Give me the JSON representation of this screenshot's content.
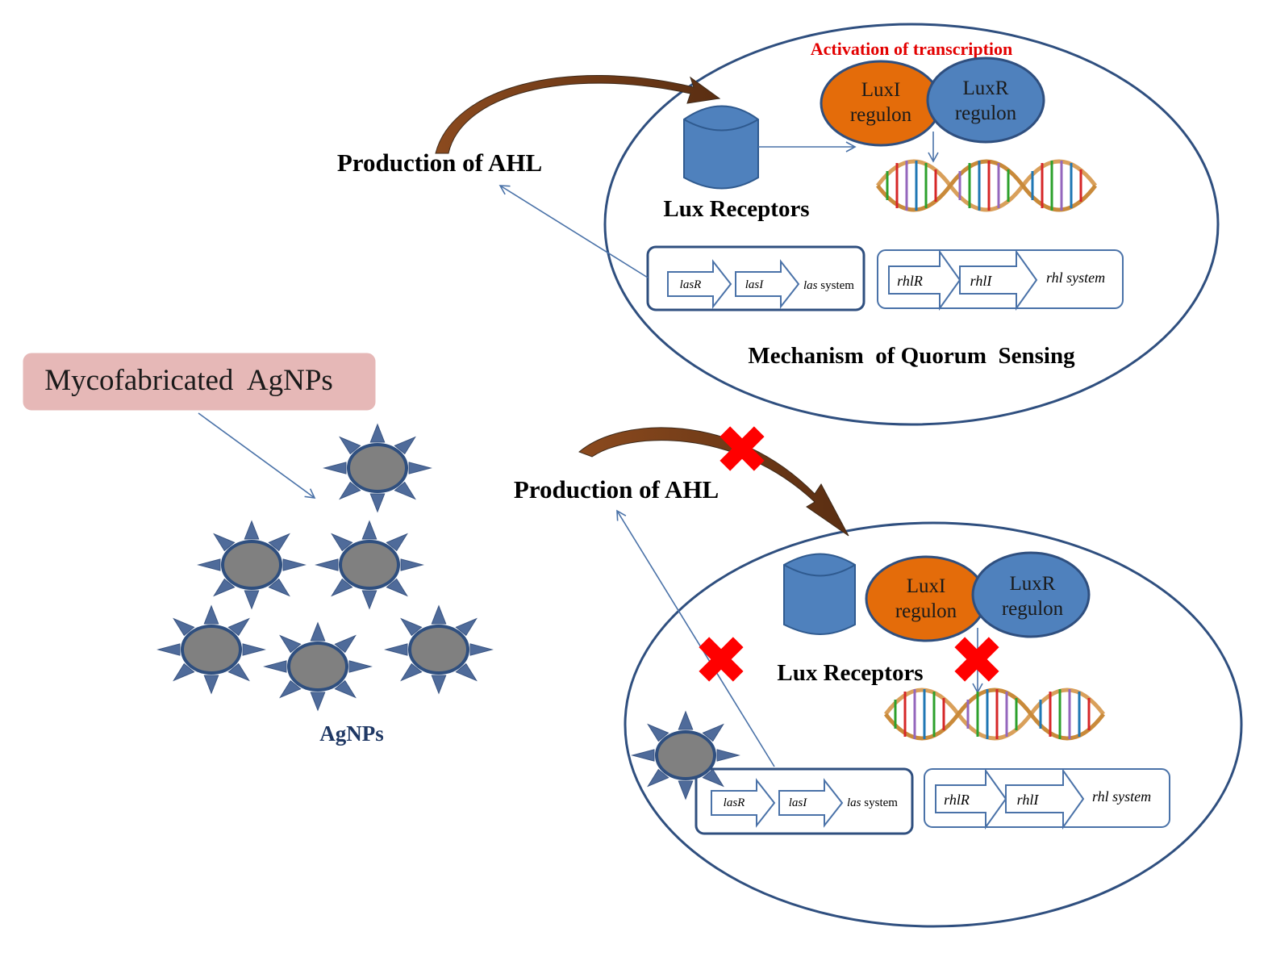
{
  "colors": {
    "outline": "#2f4f7f",
    "cylinder": "#4f81bd",
    "luxI": "#e46c0a",
    "luxR": "#4f81bd",
    "arrow_brown": "#6b3a1a",
    "arrow_line": "#4a72a8",
    "cross": "#ff0000",
    "label_box": "#e6b8b7",
    "particle_body": "#808080",
    "particle_spike": "#4f6b9a",
    "title_red": "#e30000",
    "agnps_text": "#1f3864"
  },
  "top_panel": {
    "activation_label": "Activation of transcription",
    "production_label": "Production of AHL",
    "receptor_label": "Lux Receptors",
    "luxI_line1": "LuxI",
    "luxI_line2": "regulon",
    "luxR_line1": "LuxR",
    "luxR_line2": "regulon",
    "las_gene1": "lasR",
    "las_gene2": "lasI",
    "las_label": "las",
    "las_suffix": "system",
    "rhl_gene1": "rhlR",
    "rhl_gene2": "rhlI",
    "rhl_label": "rhl system",
    "mechanism_label": "Mechanism  of Quorum  Sensing"
  },
  "bottom_panel": {
    "production_label": "Production of AHL",
    "receptor_label": "Lux Receptors",
    "luxI_line1": "LuxI",
    "luxI_line2": "regulon",
    "luxR_line1": "LuxR",
    "luxR_line2": "regulon",
    "las_gene1": "lasR",
    "las_gene2": "lasI",
    "las_label": "las",
    "las_suffix": "system",
    "rhl_gene1": "rhlR",
    "rhl_gene2": "rhlI",
    "rhl_label": "rhl system"
  },
  "left": {
    "source_label": "Mycofabricated  AgNPs",
    "particles_label": "AgNPs"
  }
}
